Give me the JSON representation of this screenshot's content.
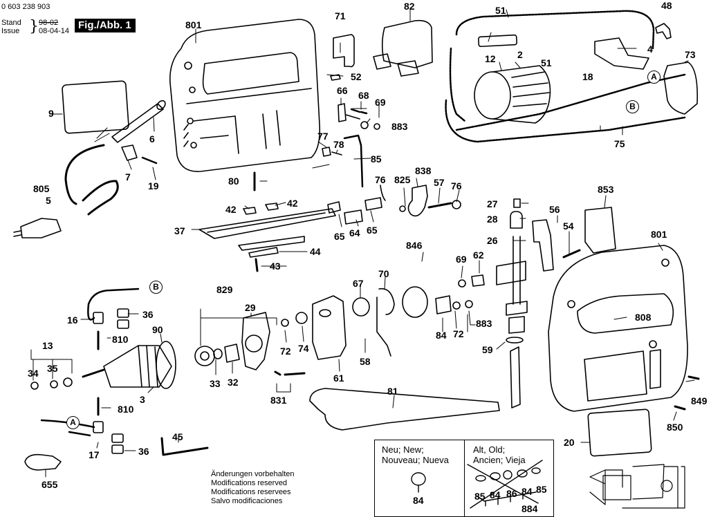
{
  "header": {
    "doc_number": "0 603 238 903",
    "stand_label": "Stand",
    "issue_label": "Issue",
    "stand_old_date": "98-02",
    "issue_date": "08-04-14",
    "figure_title": "Fig./Abb. 1"
  },
  "part_labels": [
    {
      "id": "801a",
      "text": "801"
    },
    {
      "id": "71",
      "text": "71"
    },
    {
      "id": "82",
      "text": "82"
    },
    {
      "id": "51a",
      "text": "51"
    },
    {
      "id": "48",
      "text": "48"
    },
    {
      "id": "12",
      "text": "12"
    },
    {
      "id": "2",
      "text": "2"
    },
    {
      "id": "4",
      "text": "4"
    },
    {
      "id": "51b",
      "text": "51"
    },
    {
      "id": "73",
      "text": "73"
    },
    {
      "id": "18",
      "text": "18"
    },
    {
      "id": "75",
      "text": "75"
    },
    {
      "id": "9",
      "text": "9"
    },
    {
      "id": "6",
      "text": "6"
    },
    {
      "id": "52",
      "text": "52"
    },
    {
      "id": "66",
      "text": "66"
    },
    {
      "id": "68",
      "text": "68"
    },
    {
      "id": "69a",
      "text": "69"
    },
    {
      "id": "883a",
      "text": "883"
    },
    {
      "id": "77",
      "text": "77"
    },
    {
      "id": "78",
      "text": "78"
    },
    {
      "id": "85",
      "text": "85"
    },
    {
      "id": "7",
      "text": "7"
    },
    {
      "id": "19",
      "text": "19"
    },
    {
      "id": "805",
      "text": "805"
    },
    {
      "id": "5",
      "text": "5"
    },
    {
      "id": "80",
      "text": "80"
    },
    {
      "id": "838",
      "text": "838"
    },
    {
      "id": "76a",
      "text": "76"
    },
    {
      "id": "825",
      "text": "825"
    },
    {
      "id": "57",
      "text": "57"
    },
    {
      "id": "76b",
      "text": "76"
    },
    {
      "id": "853",
      "text": "853"
    },
    {
      "id": "42a",
      "text": "42"
    },
    {
      "id": "42b",
      "text": "42"
    },
    {
      "id": "27",
      "text": "27"
    },
    {
      "id": "28",
      "text": "28"
    },
    {
      "id": "56",
      "text": "56"
    },
    {
      "id": "54",
      "text": "54"
    },
    {
      "id": "37",
      "text": "37"
    },
    {
      "id": "65a",
      "text": "65"
    },
    {
      "id": "64",
      "text": "64"
    },
    {
      "id": "65b",
      "text": "65"
    },
    {
      "id": "26",
      "text": "26"
    },
    {
      "id": "801b",
      "text": "801"
    },
    {
      "id": "44",
      "text": "44"
    },
    {
      "id": "43",
      "text": "43"
    },
    {
      "id": "846",
      "text": "846"
    },
    {
      "id": "69b",
      "text": "69"
    },
    {
      "id": "62",
      "text": "62"
    },
    {
      "id": "67",
      "text": "67"
    },
    {
      "id": "70",
      "text": "70"
    },
    {
      "id": "829",
      "text": "829"
    },
    {
      "id": "29",
      "text": "29"
    },
    {
      "id": "16",
      "text": "16"
    },
    {
      "id": "36a",
      "text": "36"
    },
    {
      "id": "90",
      "text": "90"
    },
    {
      "id": "810a",
      "text": "810"
    },
    {
      "id": "13",
      "text": "13"
    },
    {
      "id": "35",
      "text": "35"
    },
    {
      "id": "34",
      "text": "34"
    },
    {
      "id": "72a",
      "text": "72"
    },
    {
      "id": "74",
      "text": "74"
    },
    {
      "id": "84a",
      "text": "84"
    },
    {
      "id": "72b",
      "text": "72"
    },
    {
      "id": "883b",
      "text": "883"
    },
    {
      "id": "808",
      "text": "808"
    },
    {
      "id": "59",
      "text": "59"
    },
    {
      "id": "58",
      "text": "58"
    },
    {
      "id": "33",
      "text": "33"
    },
    {
      "id": "32",
      "text": "32"
    },
    {
      "id": "61",
      "text": "61"
    },
    {
      "id": "3",
      "text": "3"
    },
    {
      "id": "831",
      "text": "831"
    },
    {
      "id": "849",
      "text": "849"
    },
    {
      "id": "81",
      "text": "81"
    },
    {
      "id": "810b",
      "text": "810"
    },
    {
      "id": "850",
      "text": "850"
    },
    {
      "id": "45",
      "text": "45"
    },
    {
      "id": "17",
      "text": "17"
    },
    {
      "id": "36b",
      "text": "36"
    },
    {
      "id": "20",
      "text": "20"
    },
    {
      "id": "655",
      "text": "655"
    }
  ],
  "connectors": [
    {
      "id": "A1",
      "text": "A"
    },
    {
      "id": "B1",
      "text": "B"
    },
    {
      "id": "B2",
      "text": "B"
    },
    {
      "id": "A2",
      "text": "A"
    }
  ],
  "notes": [
    "Änderungen vorbehalten",
    "Modifications reserved",
    "Modifications reservees",
    "Salvo modificaciones"
  ],
  "legend": {
    "new": {
      "title_line1": "Neu; New;",
      "title_line2": "Nouveau; Nueva",
      "part": "84"
    },
    "old": {
      "title_line1": "Alt, Old;",
      "title_line2": "Ancien; Vieja",
      "parts": [
        "85",
        "84",
        "86",
        "84",
        "85"
      ],
      "group": "884"
    }
  }
}
